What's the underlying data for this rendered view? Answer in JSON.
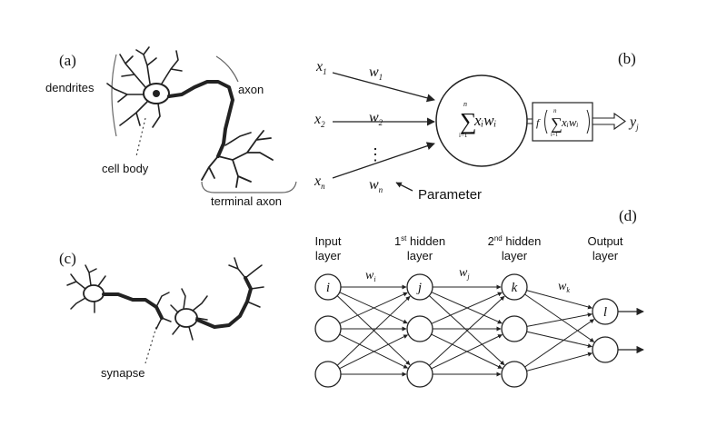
{
  "panels": {
    "a": {
      "label": "(a)",
      "dendrites": "dendrites",
      "axon": "axon",
      "cell_body": "cell body",
      "terminal_axon": "terminal axon"
    },
    "b": {
      "label": "(b)",
      "inputs": [
        {
          "var": "x",
          "sub": "1"
        },
        {
          "var": "x",
          "sub": "2"
        },
        {
          "var": "x",
          "sub": "n"
        }
      ],
      "weights": [
        {
          "var": "w",
          "sub": "1"
        },
        {
          "var": "w",
          "sub": "2"
        },
        {
          "var": "w",
          "sub": "n"
        }
      ],
      "ellipsis": "⋮",
      "sum_symbol": "∑",
      "sum_upper": "n",
      "sum_lower": "i=1",
      "sum_expr": "xᵢwᵢ",
      "activation_f": "f",
      "output": {
        "var": "y",
        "sub": "j"
      },
      "parameter": "Parameter"
    },
    "c": {
      "label": "(c)",
      "synapse": "synapse"
    },
    "d": {
      "label": "(d)",
      "layers": [
        {
          "line1": "Input",
          "line2": "layer",
          "sup": ""
        },
        {
          "line1": "1",
          "line2": "layer",
          "sup": "st",
          "rest": " hidden"
        },
        {
          "line1": "2",
          "line2": "layer",
          "sup": "nd",
          "rest": " hidden"
        },
        {
          "line1": "Output",
          "line2": "layer",
          "sup": ""
        }
      ],
      "node_labels": [
        "i",
        "j",
        "k",
        "l"
      ],
      "weight_labels": [
        {
          "var": "w",
          "sub": "i"
        },
        {
          "var": "w",
          "sub": "j"
        },
        {
          "var": "w",
          "sub": "k"
        }
      ]
    }
  }
}
